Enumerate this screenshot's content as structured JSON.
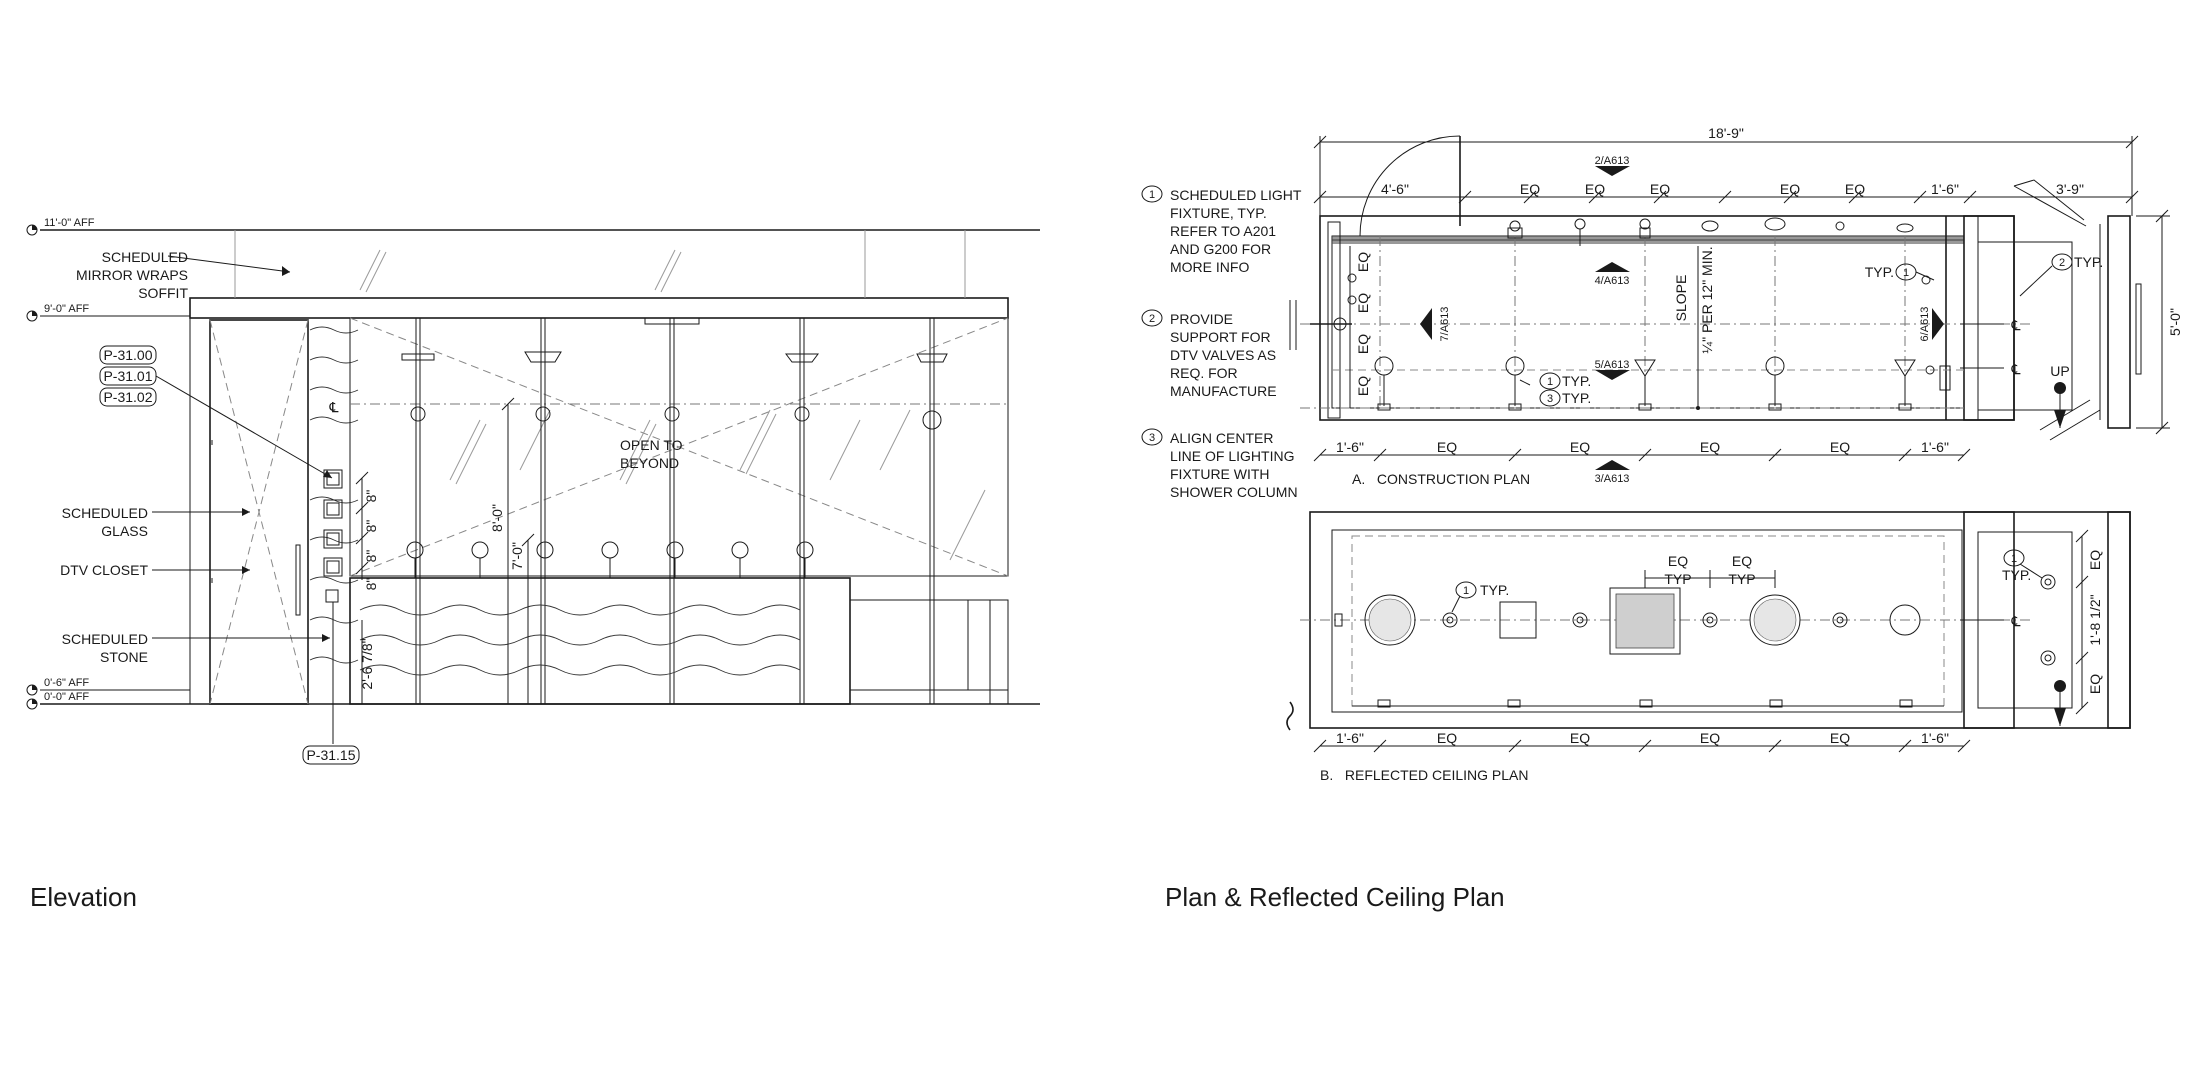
{
  "elevation": {
    "title": "Elevation",
    "levels": [
      "11'-0\" AFF",
      "9'-0\" AFF",
      "0'-6\" AFF",
      "0'-0\" AFF"
    ],
    "notes": {
      "mirror": [
        "SCHEDULED",
        "MIRROR WRAPS",
        "SOFFIT"
      ],
      "glass": [
        "SCHEDULED",
        "GLASS"
      ],
      "closet": "DTV CLOSET",
      "stone": [
        "SCHEDULED",
        "STONE"
      ],
      "open": [
        "OPEN TO",
        "BEYOND"
      ]
    },
    "tags": [
      "P-31.00",
      "P-31.01",
      "P-31.02",
      "P-31.15"
    ],
    "dims": [
      "8\"",
      "8\"",
      "8\"",
      "8\"",
      "8'-0\"",
      "7'-0\"",
      "2'-6 7/8\""
    ],
    "centerline": "℄"
  },
  "plan": {
    "title": "Plan & Reflected Ceiling Plan",
    "legend": [
      {
        "num": "1",
        "lines": [
          "SCHEDULED LIGHT",
          "FIXTURE, TYP.",
          "REFER TO A201",
          "AND G200 FOR",
          "MORE INFO"
        ]
      },
      {
        "num": "2",
        "lines": [
          "PROVIDE",
          "SUPPORT FOR",
          "DTV VALVES AS",
          "REQ. FOR",
          "MANUFACTURE"
        ]
      },
      {
        "num": "3",
        "lines": [
          "ALIGN CENTER",
          "LINE OF LIGHTING",
          "FIXTURE WITH",
          "SHOWER COLUMN"
        ]
      }
    ],
    "construction": {
      "label": "A.   CONSTRUCTION PLAN",
      "overall": "18'-9\"",
      "top_dims": [
        "4'-6\"",
        "EQ",
        "EQ",
        "EQ",
        "EQ",
        "EQ",
        "1'-6\"",
        "3'-9\""
      ],
      "bottom_dims": [
        "1'-6\"",
        "EQ",
        "EQ",
        "EQ",
        "EQ",
        "1'-6\""
      ],
      "side_dims": [
        "EQ",
        "EQ",
        "EQ",
        "EQ"
      ],
      "right_dim": "5'-0\"",
      "sections": [
        "2/A613",
        "4/A613",
        "5/A613",
        "3/A613",
        "7/A613",
        "6/A613"
      ],
      "slope": [
        "SLOPE",
        "¼\" PER 12\" MIN."
      ],
      "typ": "TYP.",
      "up": "UP",
      "cl": "℄"
    },
    "ceiling": {
      "label": "B.   REFLECTED CEILING PLAN",
      "bottom_dims": [
        "1'-6\"",
        "EQ",
        "EQ",
        "EQ",
        "EQ",
        "1'-6\""
      ],
      "eq_typ": [
        "EQ",
        "TYP",
        "EQ",
        "TYP"
      ],
      "right_dims": [
        "EQ",
        "1'-8 1/2\"",
        "EQ"
      ],
      "typ": "TYP.",
      "cl": "℄"
    }
  }
}
